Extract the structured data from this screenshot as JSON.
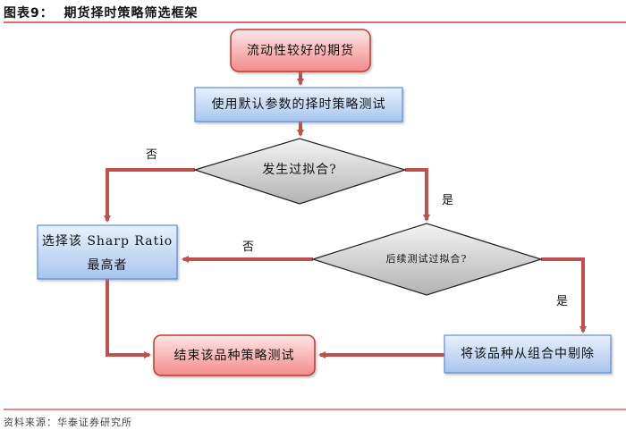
{
  "figure": {
    "title": "图表9：  期货择时策略筛选框架",
    "source": "资料来源：华泰证券研究所"
  },
  "nodes": {
    "start": "流动性较好的期货",
    "test_default": "使用默认参数的择时策略测试",
    "decision_overfit": "发生过拟合?",
    "select_best_line1": "选择该 Sharp Ratio",
    "select_best_line2": "最高者",
    "decision_followup_overfit": "后续测试过拟合?",
    "end_test": "结束该品种策略测试",
    "remove_from_portfolio": "将该品种从组合中剔除"
  },
  "edge_labels": {
    "d1_no": "否",
    "d1_yes": "是",
    "d2_no": "否",
    "d2_yes": "是"
  },
  "colors": {
    "arrow": "#c0504d",
    "terminal_fill_top": "#fde3e3",
    "terminal_fill_bottom": "#f48a8a",
    "terminal_border": "#c0392b",
    "process_fill_top": "#e7f0fb",
    "process_fill_bottom": "#a9c6ee",
    "process_border": "#5b8ed6",
    "decision_fill_top": "#f2f2f2",
    "decision_fill_bottom": "#b5b5b5"
  }
}
